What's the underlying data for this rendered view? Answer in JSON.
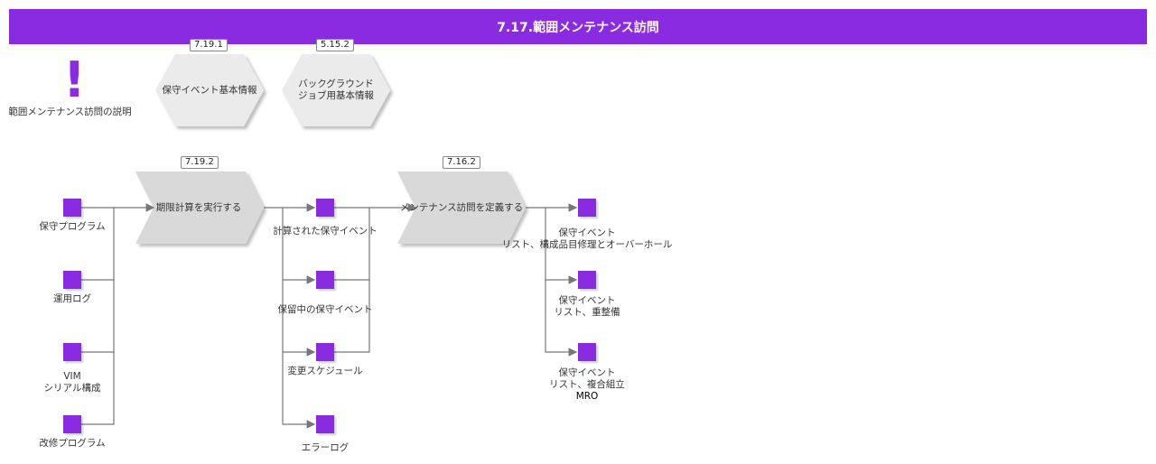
{
  "title": "7.17.範囲メンテナンス訪問",
  "accent_color": "#8a2be2",
  "description_label": "範囲メンテナンス訪問の説明",
  "hexagons": [
    {
      "version": "7.19.1",
      "label": "保守イベント基本情報"
    },
    {
      "version": "5.15.2",
      "label": "バックグラウンド\nジョブ用基本情報"
    }
  ],
  "processes": [
    {
      "version": "7.19.2",
      "label": "期限計算を実行する"
    },
    {
      "version": "7.16.2",
      "label": "メンテナンス訪問を定義する"
    }
  ],
  "inputs": [
    "保守プログラム",
    "運用ログ",
    "VIM\nシリアル構成",
    "改修プログラム"
  ],
  "intermediates": [
    "計算された保守イベント",
    "保留中の保守イベント",
    "変更スケジュール",
    "エラーログ"
  ],
  "outputs": [
    {
      "label": "保守イベント\nリスト、構成品目修理とオーバーホール"
    },
    {
      "label": "保守イベント\nリスト、重整備"
    },
    {
      "label": "保守イベント\nリスト、複合組立",
      "extra": "MRO"
    }
  ]
}
